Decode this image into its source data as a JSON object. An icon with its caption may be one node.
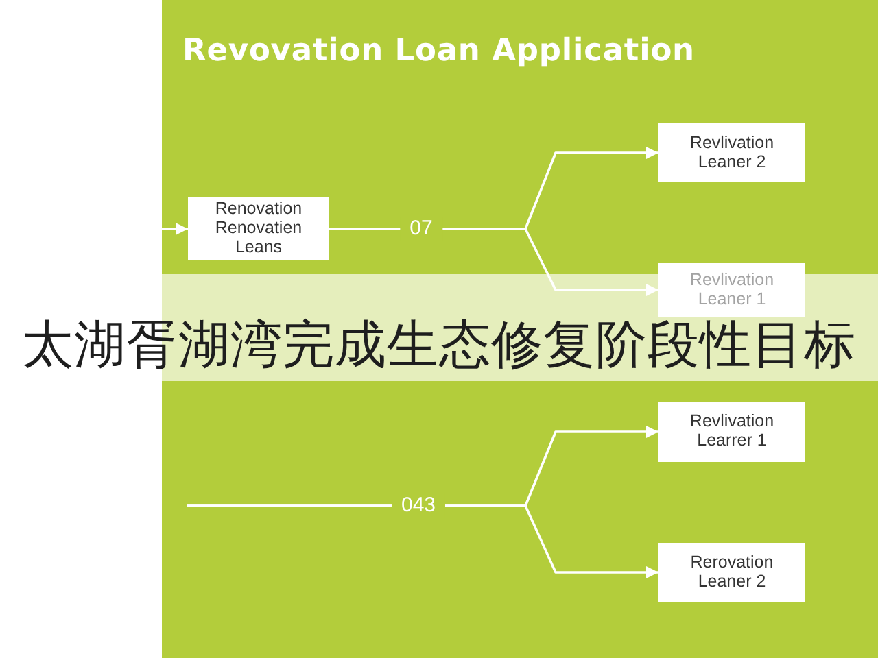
{
  "diagram": {
    "title": "Revovation Loan Application",
    "caption": "太湖胥湖湾完成生态修复阶段性目标",
    "nodes": [
      {
        "text": [
          "Renovation Renovatien Leans"
        ]
      },
      {
        "text": [
          "Revlivation Leaner 2"
        ]
      },
      {
        "text": [
          "Revlivation Leaner 1"
        ]
      },
      {
        "text": [
          "Revlivation Learrer 1"
        ]
      },
      {
        "text": [
          "Rerovation Leaner 2"
        ]
      }
    ],
    "edges": [
      {
        "from": null,
        "to": 0,
        "arrow": "to"
      },
      {
        "from": 0,
        "to": 1,
        "arrow": "to",
        "label": "07"
      },
      {
        "from": 0,
        "to": 2,
        "arrow": "to"
      },
      {
        "from": null,
        "to": 3,
        "arrow": "to",
        "label": "043"
      },
      {
        "from": null,
        "to": 4,
        "arrow": "to"
      }
    ]
  }
}
